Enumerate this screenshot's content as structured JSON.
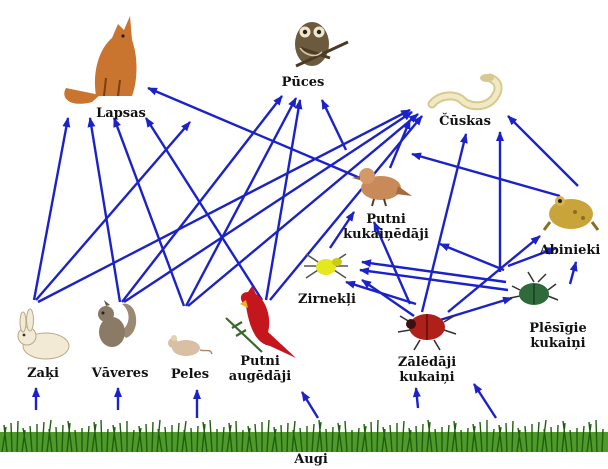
{
  "colors": {
    "arrow": "#1a22c8",
    "grass": "#3d8a1e",
    "grass_dark": "#1f5e0f",
    "fox": "#c9742f",
    "owl": "#6b5a3e",
    "snake": "#e7dcae",
    "bird": "#c98a5a",
    "toad": "#c9a43a",
    "spider": "#e4e81c",
    "beetle_red": "#b0201a",
    "beetle_green": "#2f6a3a",
    "cardinal": "#c4161c",
    "rabbit": "#f3ead5",
    "squirrel": "#8a7a66",
    "mouse": "#d9bfa3"
  },
  "nodes": {
    "lapsas": {
      "label": "Lapsas",
      "icon": "fox-icon"
    },
    "puces": {
      "label": "Pūces",
      "icon": "owl-icon"
    },
    "cuskas": {
      "label": "Čūskas",
      "icon": "snake-icon"
    },
    "putni_kuk": {
      "label": "Putni\nkukaiņēdāji",
      "icon": "insectivorous-bird-icon"
    },
    "abinieki": {
      "label": "Abinieki",
      "icon": "toad-icon"
    },
    "zirneklji": {
      "label": "Zirnekļi",
      "icon": "spider-icon"
    },
    "plesigie": {
      "label": "Plēsīgie\nkukaiņi",
      "icon": "predatory-beetle-icon"
    },
    "zaki": {
      "label": "Zaķi",
      "icon": "rabbit-icon"
    },
    "vaveres": {
      "label": "Vāveres",
      "icon": "squirrel-icon"
    },
    "peles": {
      "label": "Peles",
      "icon": "mouse-icon"
    },
    "putni_aug": {
      "label": "Putni\naugēdāji",
      "icon": "cardinal-icon"
    },
    "zaledaji": {
      "label": "Zālēdāji\nkukaiņi",
      "icon": "herbivorous-beetle-icon"
    },
    "augi": {
      "label": "Augi",
      "icon": "grass-icon"
    }
  }
}
